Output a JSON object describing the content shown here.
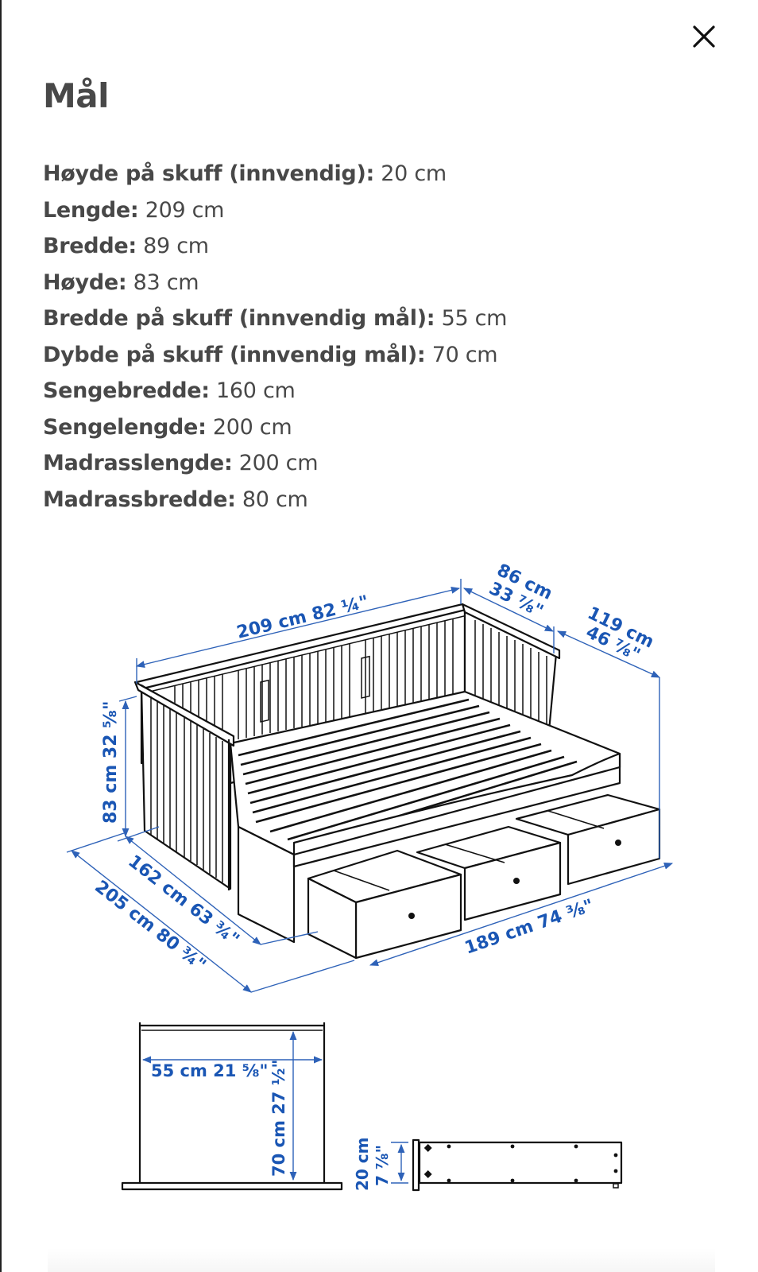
{
  "dialog": {
    "title": "Mål",
    "close_icon": "close-icon"
  },
  "specs": [
    {
      "label": "Høyde på skuff (innvendig):",
      "value": " 20 cm"
    },
    {
      "label": "Lengde:",
      "value": " 209 cm"
    },
    {
      "label": "Bredde:",
      "value": " 89 cm"
    },
    {
      "label": "Høyde:",
      "value": " 83 cm"
    },
    {
      "label": "Bredde på skuff (innvendig mål):",
      "value": " 55 cm"
    },
    {
      "label": "Dybde på skuff (innvendig mål):",
      "value": " 70 cm"
    },
    {
      "label": "Sengebredde:",
      "value": " 160 cm"
    },
    {
      "label": "Sengelengde:",
      "value": " 200 cm"
    },
    {
      "label": "Madrasslengde:",
      "value": " 200 cm"
    },
    {
      "label": "Madrassbredde:",
      "value": " 80 cm"
    }
  ],
  "diagram": {
    "accent_color": "#1a56b4",
    "dimensions": {
      "length": "209 cm 82 ¼\"",
      "depth_cm": "86 cm",
      "depth_in": "33 ⅞\"",
      "extended_cm": "119 cm",
      "extended_in": "46 ⅞\"",
      "height": "83 cm 32 ⅝\"",
      "bed_width": "162 cm 63 ¾\"",
      "bed_full": "205 cm 80 ¾\"",
      "drawers_length": "189 cm 74 ⅜\"",
      "drawer_width": "55 cm 21 ⅝\"",
      "drawer_depth": "70 cm 27 ½\"",
      "drawer_height_cm": "20 cm",
      "drawer_height_in": "7 ⅞\""
    }
  }
}
